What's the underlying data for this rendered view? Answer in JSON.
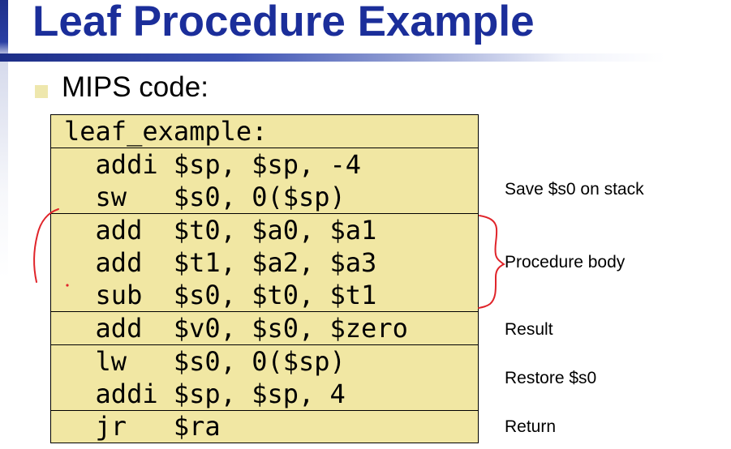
{
  "slide": {
    "title": "Leaf Procedure Example",
    "bullet": "MIPS code:"
  },
  "code": {
    "blocks": [
      {
        "lines": [
          "leaf_example:"
        ]
      },
      {
        "lines": [
          "  addi $sp, $sp, -4",
          "  sw   $s0, 0($sp)"
        ]
      },
      {
        "lines": [
          "  add  $t0, $a0, $a1",
          "  add  $t1, $a2, $a3",
          "  sub  $s0, $t0, $t1"
        ]
      },
      {
        "lines": [
          "  add  $v0, $s0, $zero"
        ]
      },
      {
        "lines": [
          "  lw   $s0, 0($sp)",
          "  addi $sp, $sp, 4"
        ]
      },
      {
        "lines": [
          "  jr   $ra"
        ]
      }
    ]
  },
  "comments": {
    "save": "Save $s0 on stack",
    "body": "Procedure body",
    "result": "Result",
    "restore": "Restore $s0",
    "return": "Return"
  },
  "colors": {
    "title": "#1b2e9a",
    "code_background": "#f1e7a3",
    "bullet": "#eee7ad",
    "annotation_ink": "#e0242a"
  }
}
